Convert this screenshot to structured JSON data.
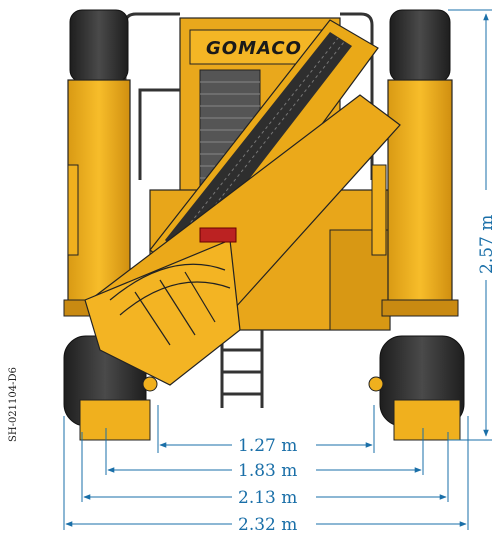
{
  "drawing": {
    "code": "SH-021104-D6",
    "brand": "GOMACO",
    "colors": {
      "machine_yellow": "#f2b01e",
      "machine_shadow": "#c98a12",
      "tire_black": "#2b2b2b",
      "dimension_blue": "#1a6fa8"
    },
    "dimensions": {
      "height": "2.57 m",
      "track_inner": "1.27 m",
      "track_1": "1.83 m",
      "track_2": "2.13 m",
      "overall_width": "2.32 m"
    }
  }
}
